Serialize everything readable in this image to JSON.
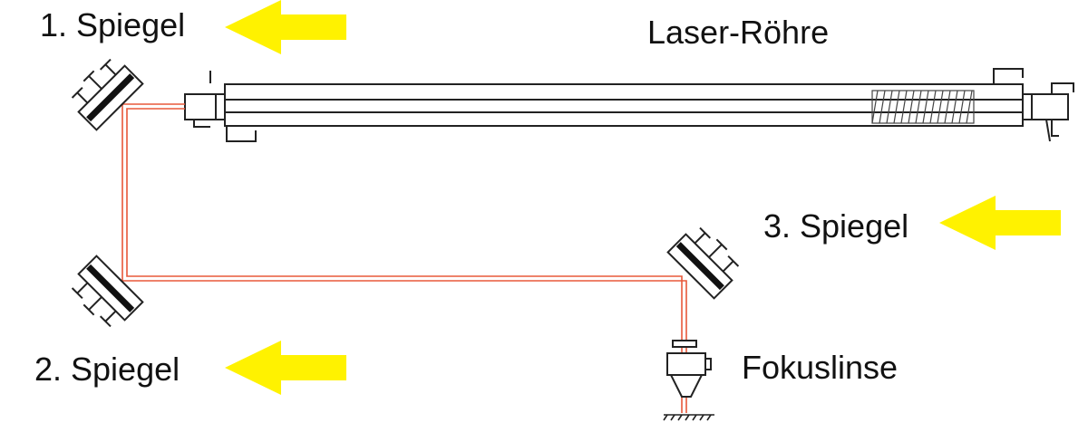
{
  "labels": {
    "mirror1": "1. Spiegel",
    "mirror2": "2. Spiegel",
    "mirror3": "3. Spiegel",
    "tube": "Laser-Röhre",
    "lens": "Fokuslinse"
  },
  "colors": {
    "arrow": "#fff200",
    "beam": "#e8583a",
    "line": "#222222",
    "mirror_face": "#111111"
  },
  "icons": {
    "pointer": "yellow-arrow-left-icon",
    "mirror": "mirror-mount-icon",
    "lens": "focus-lens-head-icon"
  }
}
